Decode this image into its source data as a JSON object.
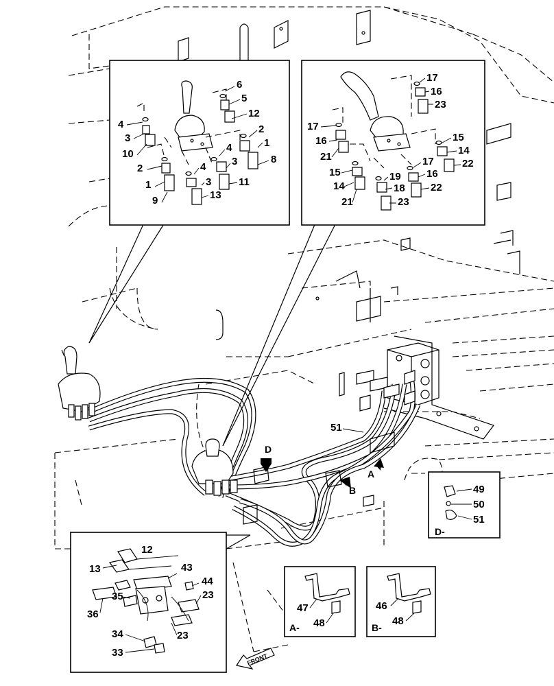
{
  "detail_upper_left": {
    "labels": [
      "6",
      "5",
      "12",
      "4",
      "2",
      "3",
      "1",
      "10",
      "4",
      "3",
      "8",
      "2",
      "4",
      "3",
      "11",
      "1",
      "9",
      "13"
    ]
  },
  "detail_upper_right": {
    "labels": [
      "17",
      "16",
      "23",
      "17",
      "16",
      "15",
      "14",
      "21",
      "22",
      "15",
      "17",
      "19",
      "16",
      "14",
      "18",
      "22",
      "21",
      "23"
    ]
  },
  "detail_lower_left": {
    "labels": [
      "12",
      "13",
      "43",
      "44",
      "35",
      "23",
      "36",
      "34",
      "23",
      "33"
    ]
  },
  "view_a": {
    "caption": "A-",
    "labels": [
      "47",
      "48"
    ]
  },
  "view_b": {
    "caption": "B-",
    "labels": [
      "46",
      "48"
    ]
  },
  "view_d": {
    "caption": "D-",
    "labels": [
      "49",
      "50",
      "51"
    ]
  },
  "main": {
    "labels": [
      "51",
      "A",
      "B",
      "D"
    ],
    "front_label": "FRONT"
  }
}
